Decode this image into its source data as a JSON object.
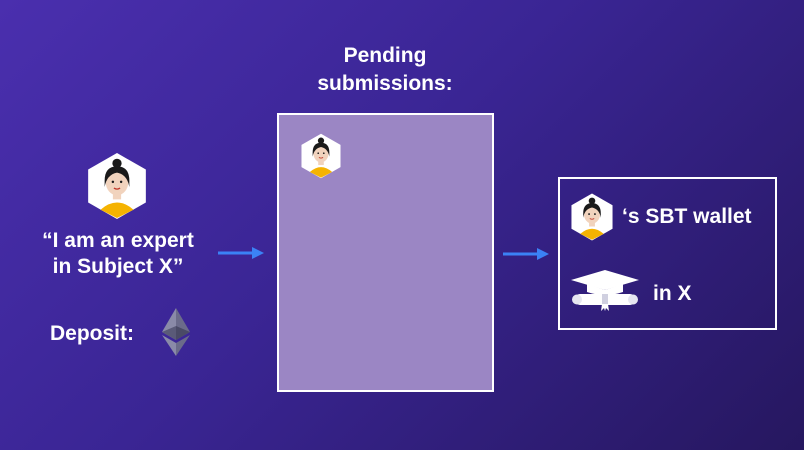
{
  "claim": {
    "line1": "“I am an expert",
    "line2": "in Subject X”"
  },
  "deposit": {
    "label": "Deposit:",
    "icon": "ethereum-icon"
  },
  "pending": {
    "title_line1": "Pending",
    "title_line2": "submissions:"
  },
  "wallet": {
    "label": "‘s SBT wallet",
    "credential": "in X",
    "credential_icon": "diploma-cap-icon"
  },
  "colors": {
    "arrow": "#3b82f6",
    "pending_fill": "#9b86c4",
    "avatar_hex": "#ffffff",
    "shirt": "#f5b301"
  }
}
